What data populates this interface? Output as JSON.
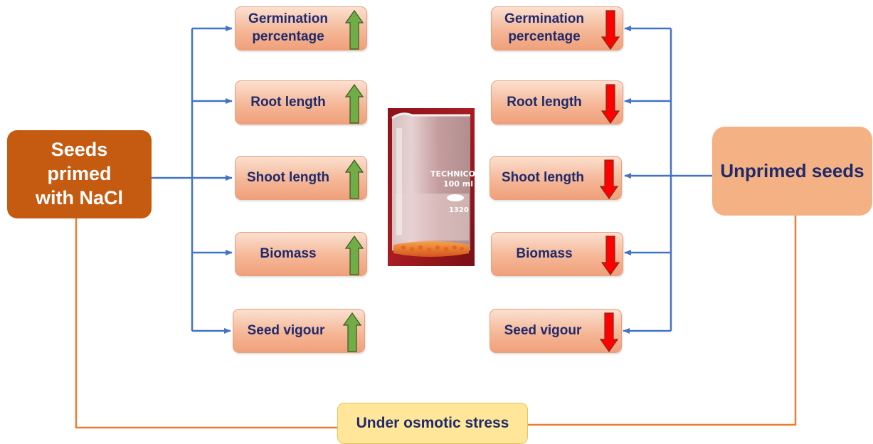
{
  "colors": {
    "source_primed": "#c55a11",
    "source_unprimed": "#f4b183",
    "condition": "#ffe699",
    "increase_arrow": "#70ad47",
    "decrease_arrow": "#ff0000",
    "connector_blue": "#4472c4",
    "connector_orange": "#ed7d31",
    "text_dark": "#1f2a6b"
  },
  "left_source": {
    "label": "Seeds primed with NaCl"
  },
  "right_source": {
    "label": "Unprimed seeds"
  },
  "condition": {
    "label": "Under osmotic stress"
  },
  "beaker": {
    "brand": "TECHNICO",
    "volume": "100 ml",
    "code": "1320"
  },
  "effects_primed": [
    {
      "label": "Germination percentage",
      "trend": "increase"
    },
    {
      "label": "Root length",
      "trend": "increase"
    },
    {
      "label": "Shoot length",
      "trend": "increase"
    },
    {
      "label": "Biomass",
      "trend": "increase"
    },
    {
      "label": "Seed vigour",
      "trend": "increase"
    }
  ],
  "effects_unprimed": [
    {
      "label": "Germination percentage",
      "trend": "decrease"
    },
    {
      "label": "Root length",
      "trend": "decrease"
    },
    {
      "label": "Shoot length",
      "trend": "decrease"
    },
    {
      "label": "Biomass",
      "trend": "decrease"
    },
    {
      "label": "Seed vigour",
      "trend": "decrease"
    }
  ]
}
